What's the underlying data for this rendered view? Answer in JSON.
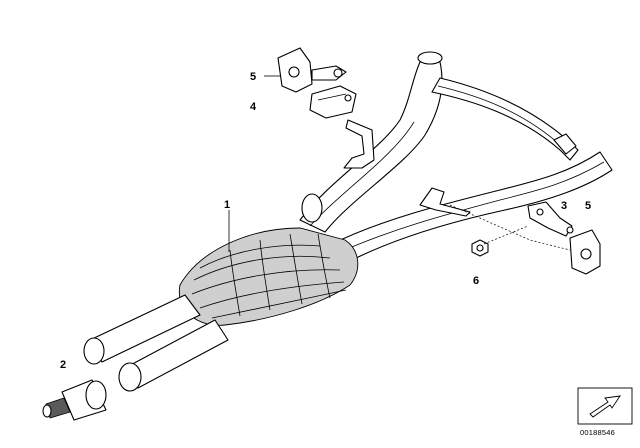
{
  "callouts": {
    "c1": "1",
    "c2": "2",
    "c3": "3",
    "c4": "4",
    "c5_top": "5",
    "c5_right": "5",
    "c6": "6"
  },
  "doc_number": "00188546",
  "icons": {
    "direction": "arrow-icon"
  }
}
